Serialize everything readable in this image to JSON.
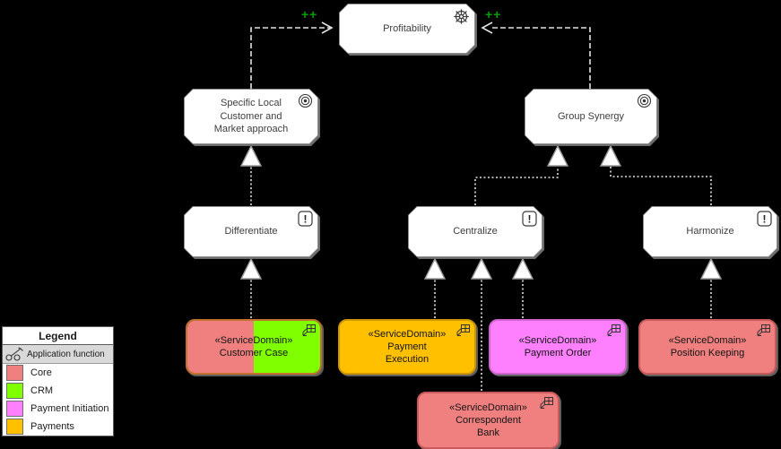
{
  "nodes": {
    "profitability": {
      "type": "driver",
      "label": "Profitability"
    },
    "specific_local": {
      "type": "goal",
      "label": "Specific Local\nCustomer and\nMarket approach"
    },
    "group_synergy": {
      "type": "goal",
      "label": "Group Synergy"
    },
    "differentiate": {
      "type": "principle",
      "label": "Differentiate",
      "badge": "!"
    },
    "centralize": {
      "type": "principle",
      "label": "Centralize",
      "badge": "!"
    },
    "harmonize": {
      "type": "principle",
      "label": "Harmonize",
      "badge": "!"
    },
    "customer_case": {
      "stereotype": "«ServiceDomain»",
      "label": "Customer Case",
      "color_left": "#f08080",
      "color_right": "#80ff00"
    },
    "payment_execution": {
      "stereotype": "«ServiceDomain»",
      "label": "Payment\nExecution",
      "color": "#ffc000"
    },
    "payment_order": {
      "stereotype": "«ServiceDomain»",
      "label": "Payment Order",
      "color": "#ff80ff"
    },
    "position_keeping": {
      "stereotype": "«ServiceDomain»",
      "label": "Position Keeping",
      "color": "#f08080"
    },
    "correspondent_bank": {
      "stereotype": "«ServiceDomain»",
      "label": "Correspondent\nBank",
      "color": "#f08080"
    }
  },
  "relations": {
    "influence_left_label": "++",
    "influence_right_label": "++"
  },
  "legend": {
    "title": "Legend",
    "icon_row_label": "Application function",
    "entries": [
      {
        "label": "Core",
        "color": "#f08080"
      },
      {
        "label": "CRM",
        "color": "#80ff00"
      },
      {
        "label": "Payment Initiation",
        "color": "#ff80ff"
      },
      {
        "label": "Payments",
        "color": "#ffc000"
      }
    ]
  },
  "colors": {
    "influence_label": "#00a000",
    "node_fill": "#ffffff",
    "node_border": "#8f8f8f",
    "background": "#000000"
  }
}
